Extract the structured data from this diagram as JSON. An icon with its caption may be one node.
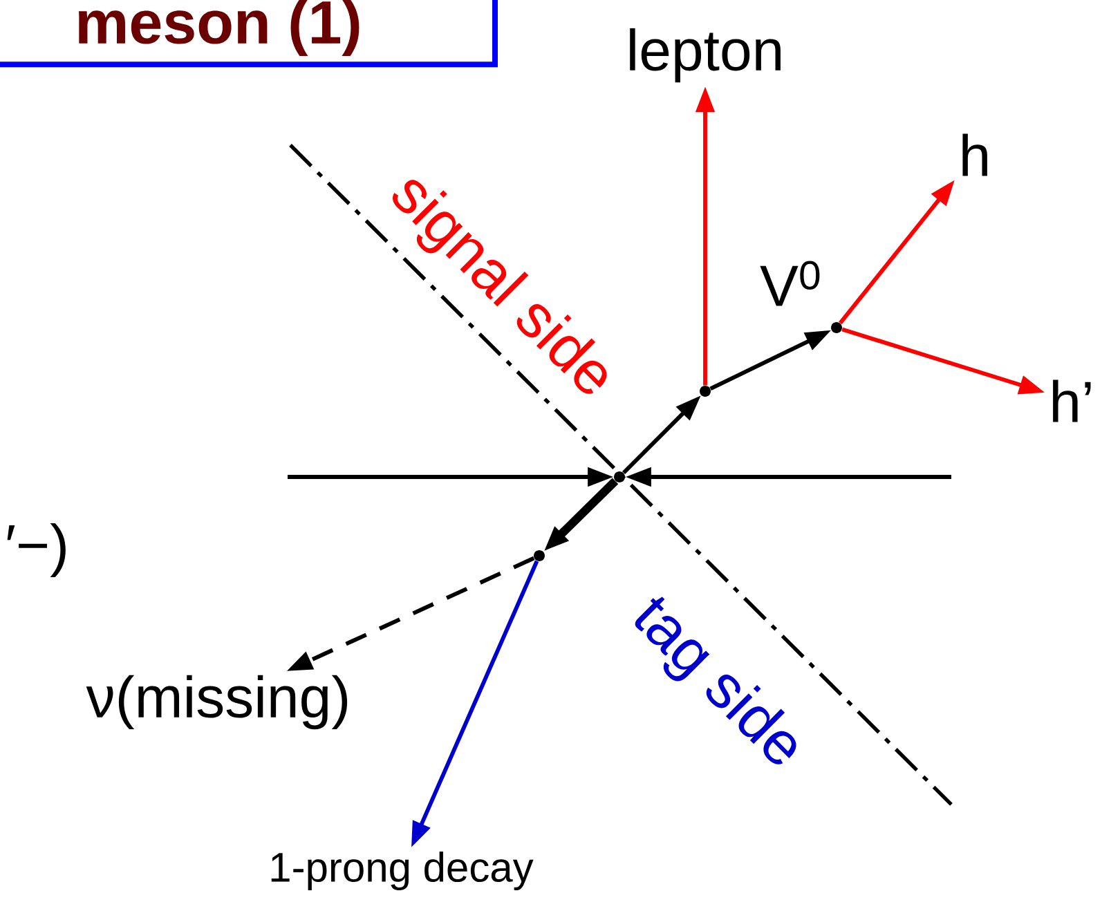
{
  "diagram": {
    "nodes": [
      {
        "text": [
          "meson (1)"
        ]
      },
      {
        "text": [
          "lepton"
        ]
      },
      {
        "text": [
          "h"
        ]
      },
      {
        "text": [
          "h’"
        ]
      },
      {
        "text": [
          "ν(missing)"
        ]
      },
      {
        "text": [
          "1-prong decay"
        ]
      },
      {
        "text": [],
        "shape": "point"
      },
      {
        "text": [],
        "shape": "point"
      },
      {
        "text": [],
        "shape": "point"
      },
      {
        "text": [],
        "shape": "point"
      }
    ],
    "edges": [
      {
        "from": null,
        "to": 6,
        "arrow": "to"
      },
      {
        "from": null,
        "to": 6,
        "arrow": "to"
      },
      {
        "from": 6,
        "to": 7,
        "arrow": "to"
      },
      {
        "from": 7,
        "to": 1,
        "arrow": "to",
        "color": "#ff0000"
      },
      {
        "from": 7,
        "to": 8,
        "arrow": "to",
        "label": "V$^{0}$"
      },
      {
        "from": 8,
        "to": 2,
        "arrow": "to",
        "color": "#ff0000"
      },
      {
        "from": 8,
        "to": 3,
        "arrow": "to",
        "color": "#ff0000"
      },
      {
        "from": 6,
        "to": 9,
        "arrow": "to",
        "style": "thick"
      },
      {
        "from": 9,
        "to": 4,
        "arrow": "to",
        "style": "dashed"
      },
      {
        "from": 9,
        "to": 5,
        "arrow": "to",
        "color": "#0000cc"
      }
    ],
    "labels": [
      "′−)",
      "signal side",
      "tag side"
    ]
  }
}
